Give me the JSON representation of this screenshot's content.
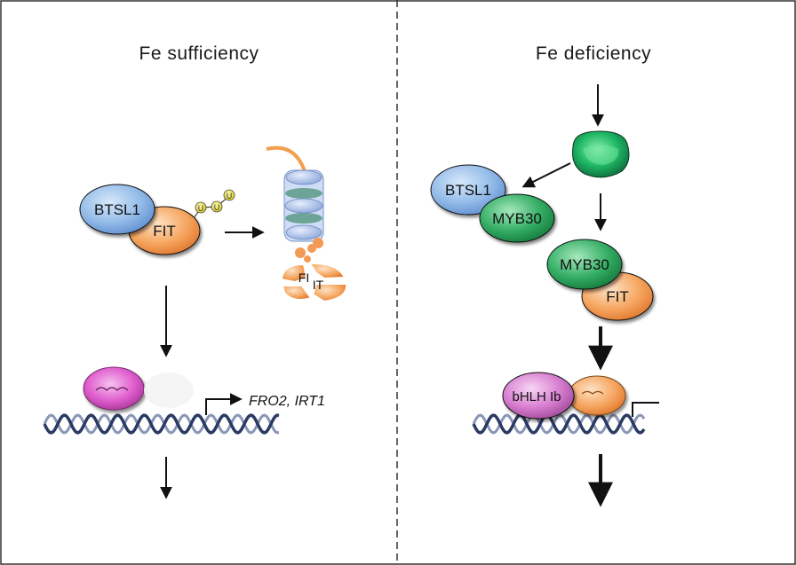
{
  "left_panel": {
    "title": "Fe sufficiency",
    "proteins": {
      "btsl1": "BTSL1",
      "fit": "FIT"
    },
    "ubiquitin": [
      "U",
      "U",
      "U"
    ],
    "degraded_fit_a": "FI",
    "degraded_fit_b": "IT",
    "target_genes": "FRO2, IRT1"
  },
  "right_panel": {
    "title": "Fe deficiency",
    "proteins": {
      "btsl1": "BTSL1",
      "myb30_complex": "MYB30",
      "myb30_fit": "MYB30",
      "fit": "FIT",
      "bhlh": "bHLH Ib"
    }
  },
  "colors": {
    "blue_protein": "#8fb8e6",
    "orange_protein": "#f5a05a",
    "green_protein": "#2fa860",
    "pink_protein": "#d878d0",
    "ubiquitin": "#e9e040",
    "proteasome": "#9fb8e6",
    "dna": "#2b3a63"
  }
}
